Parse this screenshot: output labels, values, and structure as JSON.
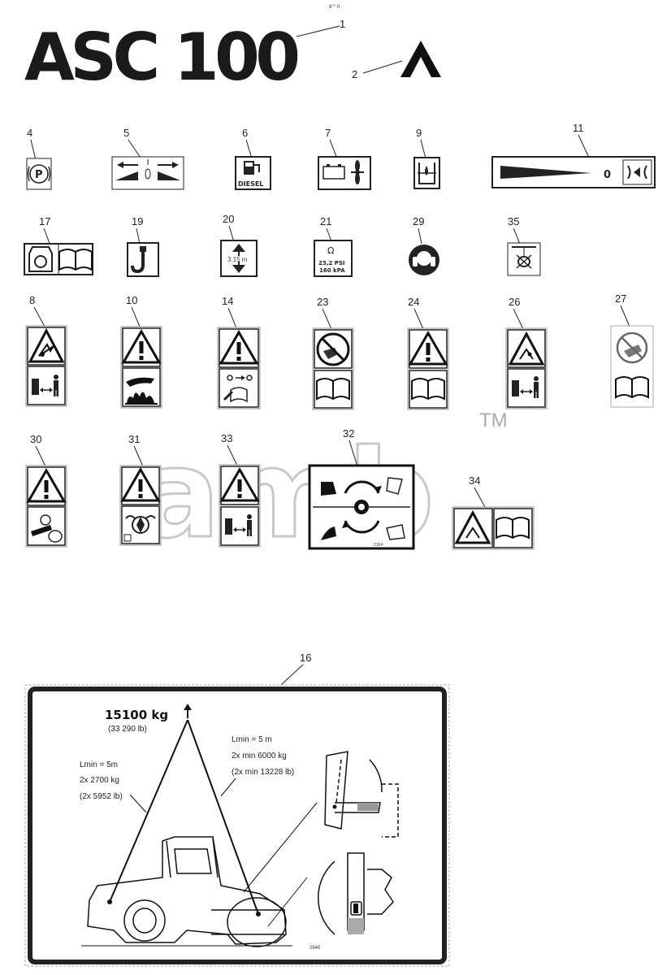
{
  "title": "ASC 100",
  "top_note": "8°° 0",
  "watermark": "amb",
  "watermark_tm": "TM",
  "callouts": {
    "c1": "1",
    "c2": "2",
    "c4": "4",
    "c5": "5",
    "c6": "6",
    "c7": "7",
    "c9": "9",
    "c11": "11",
    "c17": "17",
    "c19": "19",
    "c20": "20",
    "c21": "21",
    "c29": "29",
    "c35": "35",
    "c8": "8",
    "c10": "10",
    "c14": "14",
    "c23": "23",
    "c24": "24",
    "c26": "26",
    "c27": "27",
    "c30": "30",
    "c31": "31",
    "c33": "33",
    "c32": "32",
    "c34": "34",
    "c16": "16"
  },
  "decals": {
    "d6_text": "DIESEL",
    "d11_text": "0",
    "d20_text": "3.15 m",
    "d21_line1": "23,2 PSI",
    "d21_line2": "160 kPA",
    "d32_code": "2164"
  },
  "lifting_decal": {
    "weight_kg": "15100 kg",
    "weight_lb": "(33 290 lb)",
    "left_lmin": "Lmin = 5m",
    "left_kg": "2x 2700 kg",
    "left_lb": "(2x 5952 lb)",
    "right_lmin": "Lmin = 5 m",
    "right_kg": "2x min 6000 kg",
    "right_lb": "(2x min 13228 lb)",
    "code": "2640"
  }
}
